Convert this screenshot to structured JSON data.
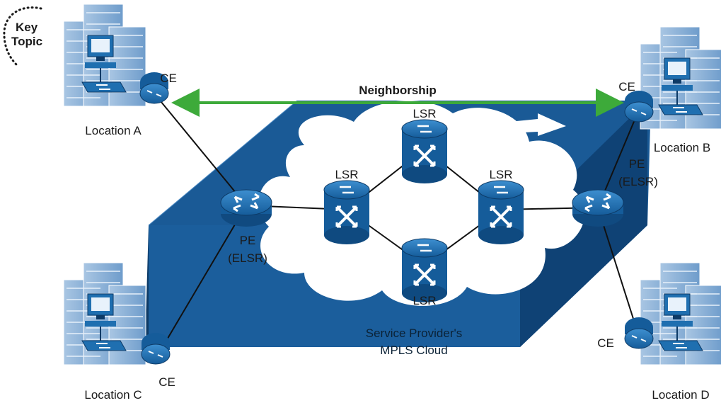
{
  "key_topic": {
    "line1": "Key",
    "line2": "Topic"
  },
  "neighborship_label": "Neighborship",
  "cloud_label": {
    "line1": "Service Provider's",
    "line2": "MPLS Cloud"
  },
  "sites": {
    "a": {
      "label": "Location A",
      "router": "CE"
    },
    "b": {
      "label": "Location B",
      "router": "CE"
    },
    "c": {
      "label": "Location C",
      "router": "CE"
    },
    "d": {
      "label": "Location D",
      "router": "CE"
    }
  },
  "pe_left": {
    "line1": "PE",
    "line2": "(ELSR)"
  },
  "pe_right": {
    "line1": "PE",
    "line2": "(ELSR)"
  },
  "lsr": {
    "left": "LSR",
    "top": "LSR",
    "right": "LSR",
    "bottom": "LSR"
  },
  "colors": {
    "box_blue": "#1a5a96",
    "box_dark": "#0d3a66",
    "router_blue": "#1f6fb0",
    "building": "#8fb4d9",
    "arrow_green": "#3daa3a"
  }
}
